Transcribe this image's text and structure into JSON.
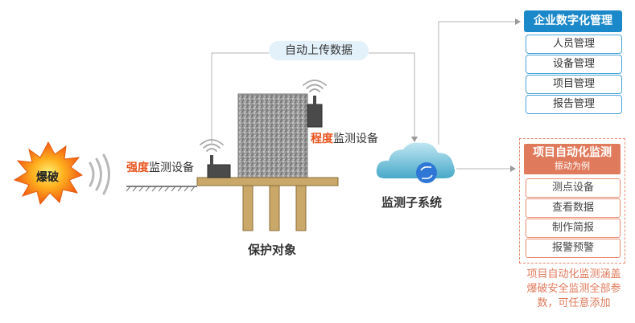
{
  "upload_label": "自动上传数据",
  "blast_label": "爆破",
  "strength_sensor": {
    "highlight": "强度",
    "suffix": "监测设备"
  },
  "degree_sensor": {
    "highlight": "程度",
    "suffix": "监测设备"
  },
  "protected_object_label": "保护对象",
  "monitor_subsystem_label": "监测子系统",
  "enterprise_panel": {
    "title": "企业数字化管理",
    "items": [
      "人员管理",
      "设备管理",
      "项目管理",
      "报告管理"
    ]
  },
  "project_panel": {
    "title": "项目自动化监测",
    "subtitle": "振动为例",
    "items": [
      "测点设备",
      "查看数据",
      "制作简报",
      "报警预警"
    ],
    "note_lines": [
      "项目自动化监测涵盖",
      "爆破安全监测全部参",
      "数，可任意添加"
    ]
  },
  "colors": {
    "accent_blue": "#1b89c9",
    "accent_orange": "#e07a5c",
    "highlight_red": "#e8541e"
  }
}
